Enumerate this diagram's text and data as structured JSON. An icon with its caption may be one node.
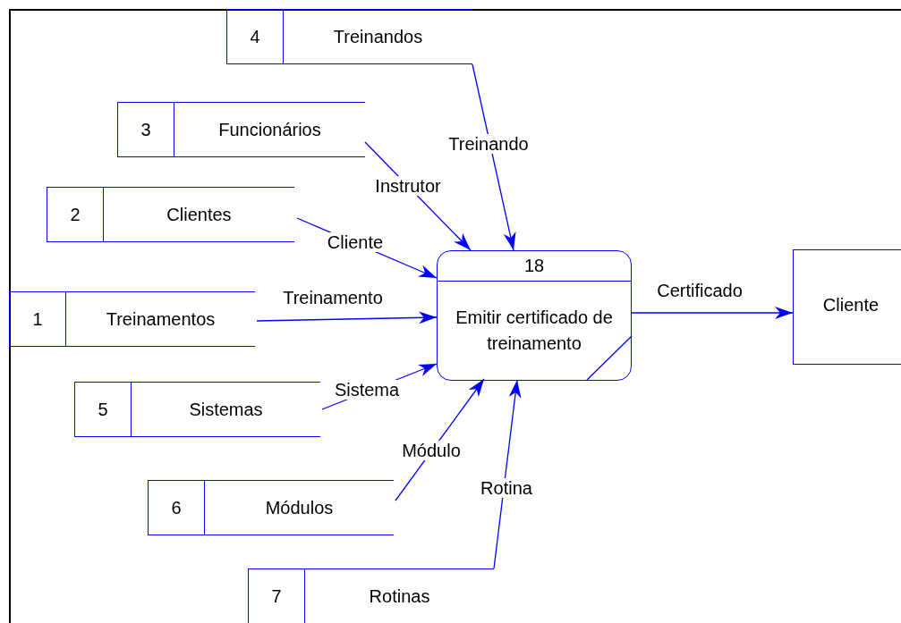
{
  "diagram": {
    "nodes": [
      {
        "text": [
          "4",
          "Treinandos"
        ]
      },
      {
        "text": [
          "3",
          "Funcionários"
        ]
      },
      {
        "text": [
          "2",
          "Clientes"
        ]
      },
      {
        "text": [
          "1",
          "Treinamentos"
        ]
      },
      {
        "text": [
          "18",
          "Emitir certificado de treinamento"
        ]
      },
      {
        "text": [
          "Cliente"
        ]
      },
      {
        "text": [
          "5",
          "Sistemas"
        ]
      },
      {
        "text": [
          "6",
          "Módulos"
        ]
      },
      {
        "text": [
          "7",
          "Rotinas"
        ]
      }
    ],
    "edges": [
      {
        "from": 0,
        "to": 4,
        "arrow": "to",
        "label": "Treinando"
      },
      {
        "from": 1,
        "to": 4,
        "arrow": "to",
        "label": "Instrutor"
      },
      {
        "from": 2,
        "to": 4,
        "arrow": "to",
        "label": "Cliente"
      },
      {
        "from": 3,
        "to": 4,
        "arrow": "to",
        "label": "Treinamento"
      },
      {
        "from": 6,
        "to": 4,
        "arrow": "to",
        "label": "Sistema"
      },
      {
        "from": 7,
        "to": 4,
        "arrow": "to",
        "label": "Módulo"
      },
      {
        "from": 8,
        "to": 4,
        "arrow": "to",
        "label": "Rotina"
      },
      {
        "from": 4,
        "to": 5,
        "arrow": "to",
        "label": "Certificado"
      }
    ]
  }
}
